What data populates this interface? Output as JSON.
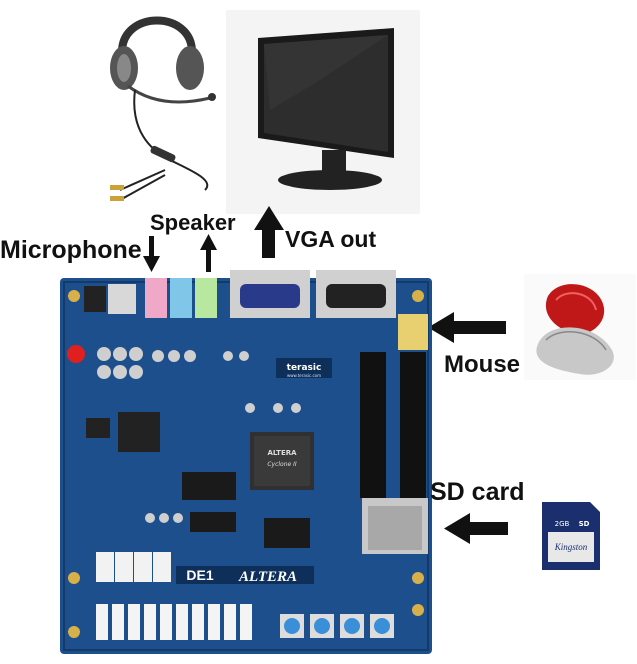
{
  "labels": {
    "microphone": "Microphone",
    "speaker": "Speaker",
    "vga_out": "VGA out",
    "mouse": "Mouse",
    "sd_card": "SD card"
  },
  "board": {
    "terasic_logo": "terasic",
    "terasic_url": "www.terasic.com",
    "chip_brand": "ALTERA",
    "chip_name": "Cyclone II",
    "board_name": "DE1",
    "altera_brand": "ALTERA",
    "sd_card_brand": "Kingston",
    "sd_card_capacity": "2GB",
    "sd_logo": "SD"
  },
  "colors": {
    "board": "#1d4f8c",
    "board_dark": "#123a6b",
    "arrow": "#111111",
    "mic_jack": "#f0a8c8",
    "line_in_jack": "#7fc6e8",
    "line_out_jack": "#b8e8a0",
    "vga_port": "#2a3a8a"
  }
}
